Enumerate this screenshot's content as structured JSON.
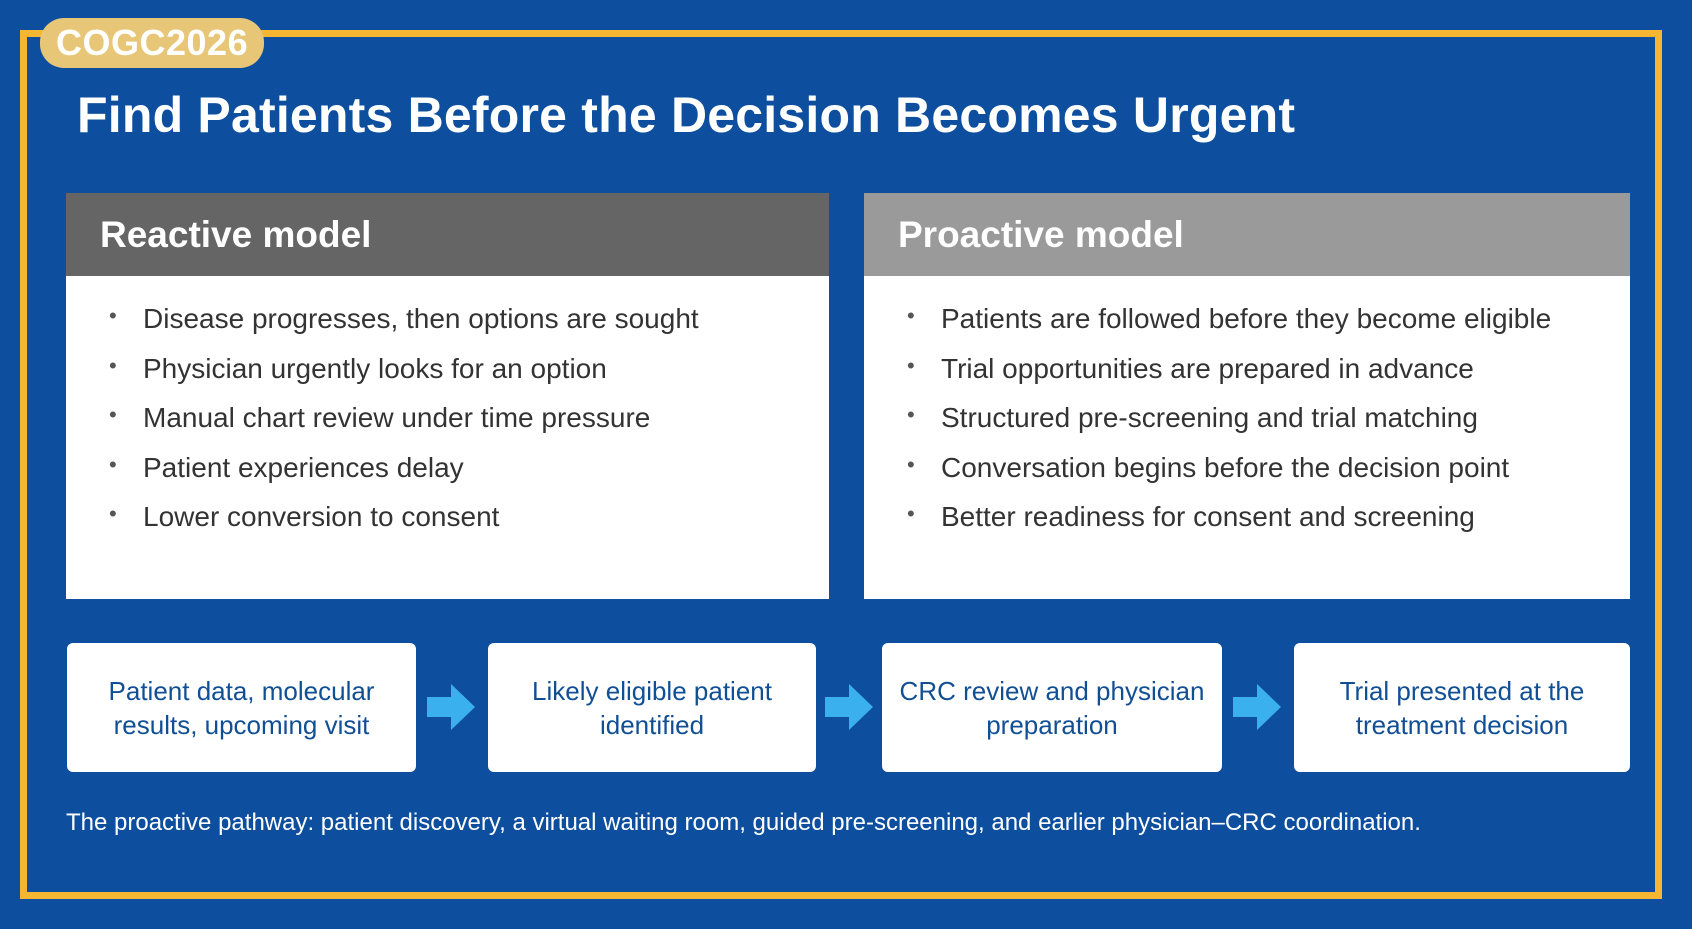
{
  "badge": "COGC2026",
  "title": "Find Patients Before the Decision Becomes Urgent",
  "reactive": {
    "heading": "Reactive model",
    "items": [
      "Disease progresses, then options are sought",
      "Physician urgently looks for an option",
      "Manual chart review under time pressure",
      "Patient experiences delay",
      "Lower conversion to consent"
    ]
  },
  "proactive": {
    "heading": "Proactive model",
    "items": [
      "Patients are followed before they become eligible",
      "Trial opportunities are prepared in advance",
      "Structured pre-screening and trial matching",
      "Conversation begins before the decision point",
      "Better readiness for consent and screening"
    ]
  },
  "flow": [
    "Patient data, molecular results, upcoming visit",
    "Likely eligible patient identified",
    "CRC review and physician preparation",
    "Trial presented at the treatment decision"
  ],
  "caption": "The proactive pathway: patient discovery, a virtual waiting room, guided pre-screening, and earlier physician–CRC coordination.",
  "colors": {
    "background": "#0d4f9e",
    "frame": "#f5b731",
    "badge": "#e8c678",
    "arrow": "#3bb0ef",
    "flow_text": "#114f95"
  },
  "icons": [
    "arrow-right-icon"
  ]
}
